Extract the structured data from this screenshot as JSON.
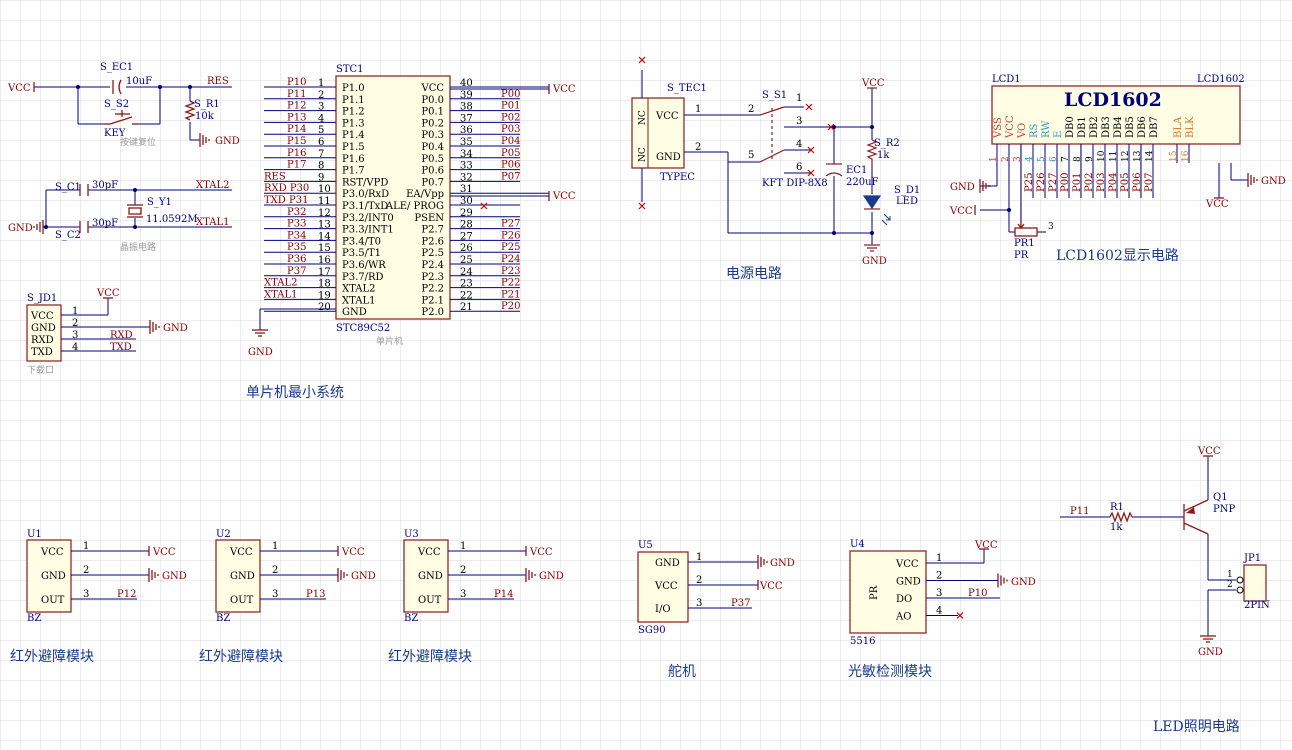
{
  "colors": {
    "background": "#ffffff",
    "grid": "#d9d9d9",
    "body_fill": "#fffde3",
    "body_stroke": "#8a1a1a",
    "wire": "#00007a",
    "net": "#8a0000",
    "designator": "#000080",
    "power": "#8a0000",
    "component": "#000080",
    "caption": "#1a3a8a",
    "cyan": "#3399bb",
    "orange": "#d8741f",
    "noconnect": "#cc0000"
  },
  "sections": {
    "mcu": "单片机最小系统",
    "power": "电源电路",
    "lcd": "LCD1602显示电路",
    "ir1": "红外避障模块",
    "ir2": "红外避障模块",
    "ir3": "红外避障模块",
    "servo": "舵机",
    "light": "光敏检测模块",
    "led": "LED照明电路"
  },
  "reset": {
    "vcc": "VCC",
    "ec1": "S_EC1",
    "ec1_val": "10uF",
    "s2": "S_S2",
    "key": "KEY",
    "note": "按键复位",
    "res": "RES",
    "r1": "S_R1",
    "r1_val": "10k",
    "gnd": "GND"
  },
  "crystal": {
    "c1": "S_C1",
    "c1_val": "30pF",
    "c2": "S_C2",
    "c2_val": "30pF",
    "y1": "S_Y1",
    "y1_val": "11.0592M",
    "xtal2": "XTAL2",
    "xtal1": "XTAL1",
    "gnd": "GND",
    "note": "晶振电路"
  },
  "download": {
    "ref": "S_JD1",
    "vcc": "VCC",
    "gnd": "GND",
    "note": "下载口",
    "pins": [
      {
        "num": "1",
        "name": "VCC",
        "net": ""
      },
      {
        "num": "2",
        "name": "GND",
        "net": ""
      },
      {
        "num": "3",
        "name": "RXD",
        "net": "RXD"
      },
      {
        "num": "4",
        "name": "TXD",
        "net": "TXD"
      }
    ]
  },
  "mcu": {
    "ref": "STC1",
    "part": "STC89C52",
    "note": "单片机",
    "vcc": "VCC",
    "gnd": "GND",
    "left": [
      {
        "num": "1",
        "name": "P1.0",
        "net": "P10"
      },
      {
        "num": "2",
        "name": "P1.1",
        "net": "P11"
      },
      {
        "num": "3",
        "name": "P1.2",
        "net": "P12"
      },
      {
        "num": "4",
        "name": "P1.3",
        "net": "P13"
      },
      {
        "num": "5",
        "name": "P1.4",
        "net": "P14"
      },
      {
        "num": "6",
        "name": "P1.5",
        "net": "P15"
      },
      {
        "num": "7",
        "name": "P1.6",
        "net": "P16"
      },
      {
        "num": "8",
        "name": "P1.7",
        "net": "P17"
      },
      {
        "num": "9",
        "name": "RST/VPD",
        "net": "RES"
      },
      {
        "num": "10",
        "name": "P3.0/RxD",
        "net": "RXD P30"
      },
      {
        "num": "11",
        "name": "P3.1/TxD",
        "net": "TXD P31"
      },
      {
        "num": "12",
        "name": "P3.2/INT0",
        "net": "P32"
      },
      {
        "num": "13",
        "name": "P3.3/INT1",
        "net": "P33"
      },
      {
        "num": "14",
        "name": "P3.4/T0",
        "net": "P34"
      },
      {
        "num": "15",
        "name": "P3.5/T1",
        "net": "P35"
      },
      {
        "num": "16",
        "name": "P3.6/WR",
        "net": "P36"
      },
      {
        "num": "17",
        "name": "P3.7/RD",
        "net": "P37"
      },
      {
        "num": "18",
        "name": "XTAL2",
        "net": "XTAL2"
      },
      {
        "num": "19",
        "name": "XTAL1",
        "net": "XTAL1"
      },
      {
        "num": "20",
        "name": "GND",
        "net": ""
      }
    ],
    "right": [
      {
        "num": "40",
        "name": "VCC",
        "net": ""
      },
      {
        "num": "39",
        "name": "P0.0",
        "net": "P00"
      },
      {
        "num": "38",
        "name": "P0.1",
        "net": "P01"
      },
      {
        "num": "37",
        "name": "P0.2",
        "net": "P02"
      },
      {
        "num": "36",
        "name": "P0.3",
        "net": "P03"
      },
      {
        "num": "35",
        "name": "P0.4",
        "net": "P04"
      },
      {
        "num": "34",
        "name": "P0.5",
        "net": "P05"
      },
      {
        "num": "33",
        "name": "P0.6",
        "net": "P06"
      },
      {
        "num": "32",
        "name": "P0.7",
        "net": "P07"
      },
      {
        "num": "31",
        "name": "EA/Vpp",
        "net": ""
      },
      {
        "num": "30",
        "name": "ALE/ PROG",
        "net": ""
      },
      {
        "num": "29",
        "name": "PSEN",
        "net": ""
      },
      {
        "num": "28",
        "name": "P2.7",
        "net": "P27"
      },
      {
        "num": "27",
        "name": "P2.6",
        "net": "P26"
      },
      {
        "num": "26",
        "name": "P2.5",
        "net": "P25"
      },
      {
        "num": "25",
        "name": "P2.4",
        "net": "P24"
      },
      {
        "num": "24",
        "name": "P2.3",
        "net": "P23"
      },
      {
        "num": "23",
        "name": "P2.2",
        "net": "P22"
      },
      {
        "num": "22",
        "name": "P2.1",
        "net": "P21"
      },
      {
        "num": "21",
        "name": "P2.0",
        "net": "P20"
      }
    ]
  },
  "power": {
    "tec": "S_TEC1",
    "tec_part": "TYPEC",
    "tec_pin1": "VCC",
    "tec_pin2": "GND",
    "nc": "NC",
    "s1": "S_S1",
    "switch_part": "KFT DIP-8X8",
    "ec1": "EC1",
    "ec1_val": "220uF",
    "r2": "S_R2",
    "r2_val": "1k",
    "d1": "S_D1",
    "d1_part": "LED",
    "vcc": "VCC",
    "gnd": "GND",
    "pins": [
      "1",
      "2",
      "1",
      "2",
      "3",
      "4",
      "5",
      "6"
    ]
  },
  "lcd": {
    "ref": "LCD1",
    "part": "LCD1602",
    "title": "LCD1602",
    "gnd": "GND",
    "vcc": "VCC",
    "pr1": "PR1",
    "pr1_part": "PR",
    "pr1_pin": "3",
    "vcc2": "VCC",
    "gnd2": "GND",
    "pins": [
      {
        "num": "1",
        "name": "VSS",
        "net": ""
      },
      {
        "num": "2",
        "name": "VCC",
        "net": ""
      },
      {
        "num": "3",
        "name": "VO",
        "net": ""
      },
      {
        "num": "4",
        "name": "RS",
        "net": "P25"
      },
      {
        "num": "5",
        "name": "RW",
        "net": "P26"
      },
      {
        "num": "6",
        "name": "E",
        "net": "P27"
      },
      {
        "num": "7",
        "name": "DB0",
        "net": "P00"
      },
      {
        "num": "8",
        "name": "DB1",
        "net": "P01"
      },
      {
        "num": "9",
        "name": "DB2",
        "net": "P02"
      },
      {
        "num": "10",
        "name": "DB3",
        "net": "P03"
      },
      {
        "num": "11",
        "name": "DB4",
        "net": "P04"
      },
      {
        "num": "12",
        "name": "DB5",
        "net": "P05"
      },
      {
        "num": "13",
        "name": "DB6",
        "net": "P06"
      },
      {
        "num": "14",
        "name": "DB7",
        "net": "P07"
      },
      {
        "num": "15",
        "name": "BLA",
        "net": ""
      },
      {
        "num": "16",
        "name": "BLK",
        "net": ""
      }
    ]
  },
  "ir": [
    {
      "ref": "U1",
      "part": "BZ",
      "out": "P12"
    },
    {
      "ref": "U2",
      "part": "BZ",
      "out": "P13"
    },
    {
      "ref": "U3",
      "part": "BZ",
      "out": "P14"
    }
  ],
  "ir_pins": [
    {
      "num": "1",
      "name": "VCC",
      "net": "VCC"
    },
    {
      "num": "2",
      "name": "GND",
      "net": "GND"
    },
    {
      "num": "3",
      "name": "OUT",
      "net": ""
    }
  ],
  "servo": {
    "ref": "U5",
    "part": "SG90",
    "pins": [
      {
        "num": "1",
        "name": "GND",
        "net": "GND"
      },
      {
        "num": "2",
        "name": "VCC",
        "net": "VCC"
      },
      {
        "num": "3",
        "name": "I/O",
        "net": "P37"
      }
    ]
  },
  "light": {
    "ref": "U4",
    "part": "5516",
    "body": "PR",
    "vcc": "VCC",
    "pins": [
      {
        "num": "1",
        "name": "VCC",
        "net": ""
      },
      {
        "num": "2",
        "name": "GND",
        "net": "GND"
      },
      {
        "num": "3",
        "name": "DO",
        "net": "P10"
      },
      {
        "num": "4",
        "name": "AO",
        "net": ""
      }
    ]
  },
  "led": {
    "vcc": "VCC",
    "q1": "Q1",
    "q1_part": "PNP",
    "r1": "R1",
    "r1_val": "1k",
    "in": "P11",
    "jp1": "JP1",
    "jp1_part": "2PIN",
    "pin1": "1",
    "pin2": "2",
    "gnd": "GND"
  }
}
